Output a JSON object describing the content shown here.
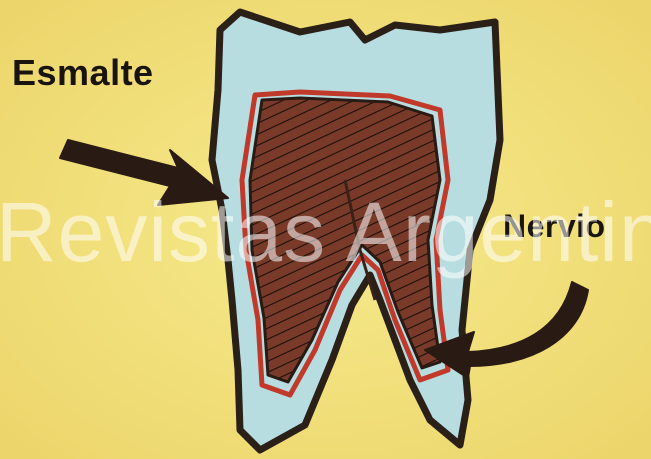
{
  "labels": {
    "enamel": "Esmalte",
    "nerve": "Nervio"
  },
  "watermark": "Revistas Argentinas",
  "colors": {
    "background": "#f2e27a",
    "enamel": "#b8dde0",
    "pulp": "#7a3a2a",
    "outline": "#2a2018",
    "arrow": "#2a1a14"
  }
}
